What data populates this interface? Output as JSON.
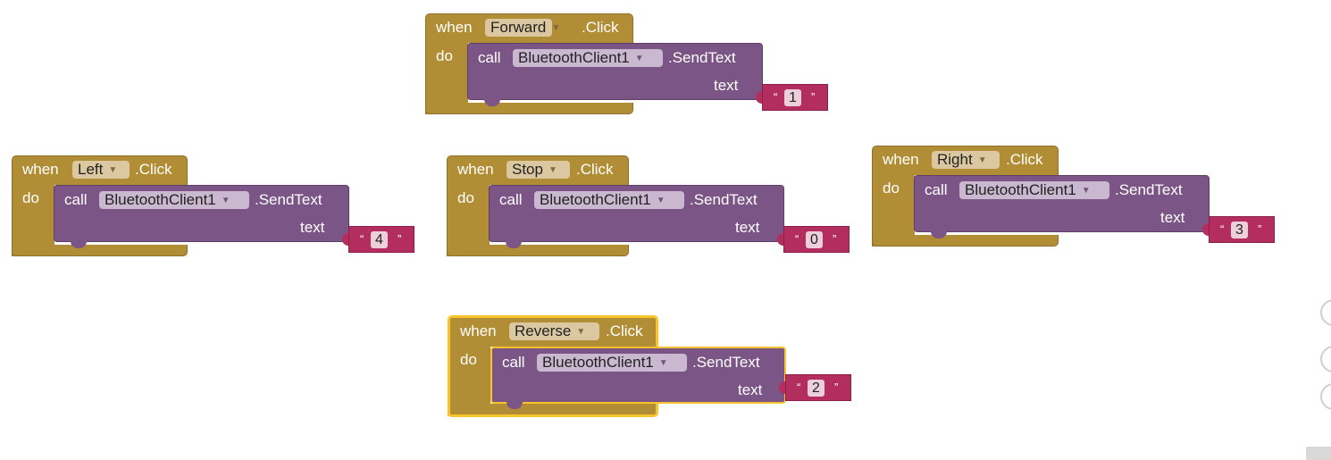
{
  "blocks": [
    {
      "component": "Forward",
      "event": ".Click",
      "when": "when",
      "do": "do",
      "call": "call",
      "client": "BluetoothClient1",
      "method": ".SendText",
      "param": "text",
      "open_quote": "“",
      "close_quote": "”",
      "value": "1"
    },
    {
      "component": "Left",
      "event": ".Click",
      "when": "when",
      "do": "do",
      "call": "call",
      "client": "BluetoothClient1",
      "method": ".SendText",
      "param": "text",
      "open_quote": "“",
      "close_quote": "”",
      "value": "4"
    },
    {
      "component": "Stop",
      "event": ".Click",
      "when": "when",
      "do": "do",
      "call": "call",
      "client": "BluetoothClient1",
      "method": ".SendText",
      "param": "text",
      "open_quote": "“",
      "close_quote": "”",
      "value": "0"
    },
    {
      "component": "Right",
      "event": ".Click",
      "when": "when",
      "do": "do",
      "call": "call",
      "client": "BluetoothClient1",
      "method": ".SendText",
      "param": "text",
      "open_quote": "“",
      "close_quote": "”",
      "value": "3"
    },
    {
      "component": "Reverse",
      "event": ".Click",
      "when": "when",
      "do": "do",
      "call": "call",
      "client": "BluetoothClient1",
      "method": ".SendText",
      "param": "text",
      "open_quote": "“",
      "close_quote": "”",
      "value": "2"
    }
  ],
  "colors": {
    "event": "#b18e35",
    "call": "#7b5585",
    "text": "#b32d5e",
    "selected": "#f9c42b"
  },
  "icons": {
    "zoom_reset": "target-icon",
    "zoom_in": "zoom-in-icon",
    "zoom_out": "zoom-out-icon",
    "trash": "trash-icon"
  }
}
